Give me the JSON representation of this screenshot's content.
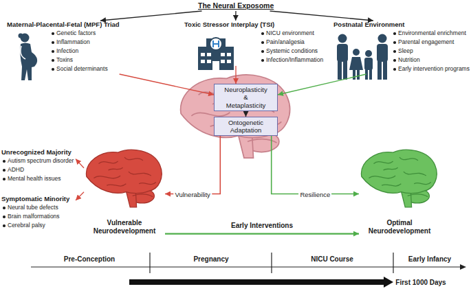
{
  "diagram": {
    "nodes": [
      {
        "text": [
          "The Neural Exposome"
        ]
      },
      {
        "text": [
          "Maternal-Placental-Fetal (MPF) Triad",
          "Genetic factors",
          "Inflammation",
          "Infection",
          "Toxins",
          "Social determinants"
        ]
      },
      {
        "text": [
          "Toxic Stressor Interplay (TSI)",
          "NICU environment",
          "Pain/analgesia",
          "Systemic conditions",
          "Infection/Inflammation"
        ]
      },
      {
        "text": [
          "Postnatal Environment",
          "Environmental enrichment",
          "Parental engagement",
          "Sleep",
          "Nutrition",
          "Early intervention programs"
        ]
      },
      {
        "text": [
          "Neuroplasticity & Metaplasticity"
        ]
      },
      {
        "text": [
          "Ontogenetic Adaptation"
        ]
      },
      {
        "text": [
          "Unrecognized Majority",
          "Autism spectrum disorder",
          "ADHD",
          "Mental health issues"
        ]
      },
      {
        "text": [
          "Symptomatic Minority",
          "Neural tube defects",
          "Brain malformations",
          "Cerebral palsy"
        ]
      },
      {
        "text": [
          "Vulnerable Neurodevelopment"
        ]
      },
      {
        "text": [
          "Optimal Neurodevelopment"
        ]
      }
    ],
    "edges": [
      {
        "from": 0,
        "to": 1,
        "arrow": "to"
      },
      {
        "from": 0,
        "to": 2,
        "arrow": "to"
      },
      {
        "from": 0,
        "to": 3,
        "arrow": "to"
      },
      {
        "from": 1,
        "to": 4,
        "arrow": "to"
      },
      {
        "from": 2,
        "to": 4,
        "arrow": "to"
      },
      {
        "from": 3,
        "to": 4,
        "arrow": "to"
      },
      {
        "from": 4,
        "to": 5,
        "arrow": "to"
      },
      {
        "from": 5,
        "to": 8,
        "label": "Vulnerability",
        "arrow": "to"
      },
      {
        "from": 5,
        "to": 9,
        "label": "Resilience",
        "arrow": "to"
      },
      {
        "from": 8,
        "to": 6,
        "arrow": "to"
      },
      {
        "from": 8,
        "to": 7,
        "arrow": "to"
      },
      {
        "from": 8,
        "to": 9,
        "label": "Early Interventions",
        "arrow": "to"
      }
    ],
    "labels": [
      "Pre-Conception",
      "Pregnancy",
      "NICU Course",
      "Early Infancy",
      "First 1000 Days"
    ]
  }
}
